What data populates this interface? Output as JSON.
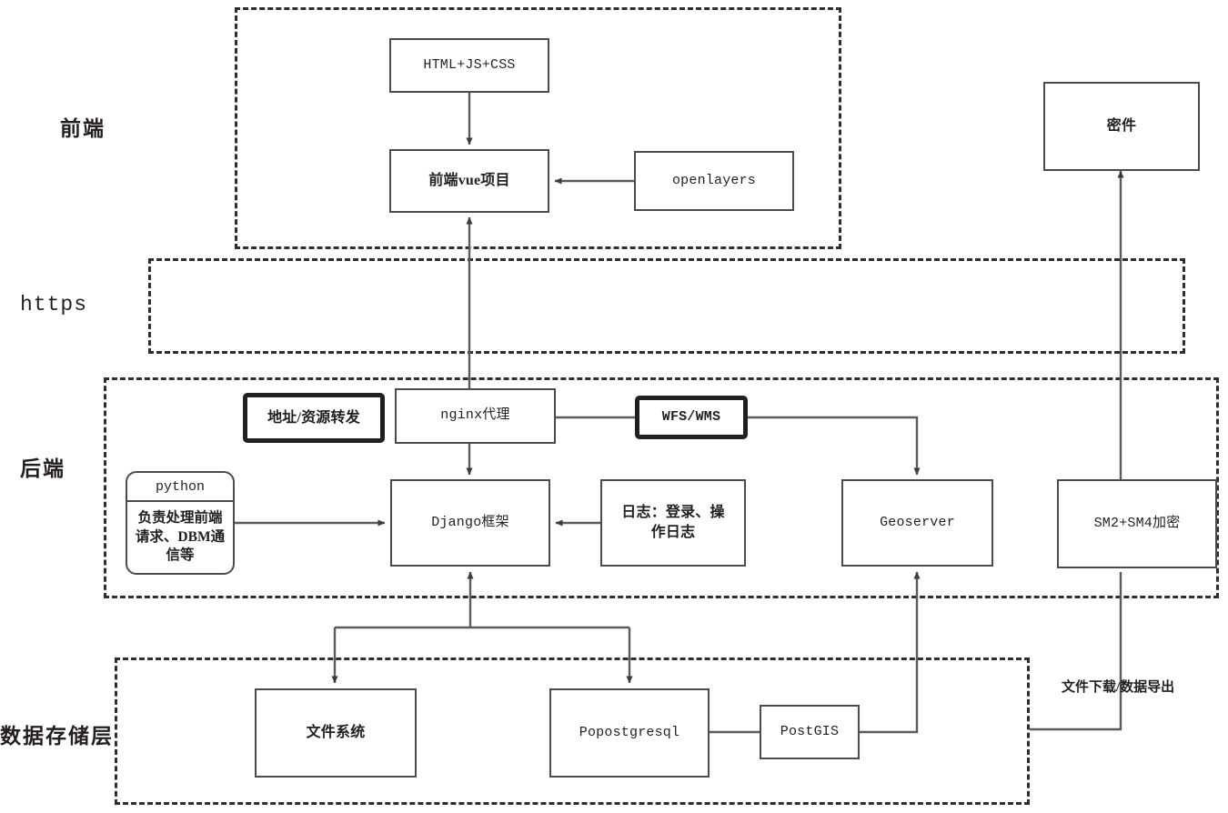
{
  "diagram": {
    "title": "System Architecture (frontend / https / backend / data storage)",
    "stroke_color": "#4a4a52",
    "heavy_stroke_color": "#231f20",
    "background": "#ffffff"
  },
  "layers": [
    {
      "id": "frontend",
      "label": "前端"
    },
    {
      "id": "https",
      "label": "https"
    },
    {
      "id": "backend",
      "label": "后端"
    },
    {
      "id": "storage",
      "label": "数据存储层"
    }
  ],
  "nodes": {
    "html_js_css": {
      "label": "HTML+JS+CSS"
    },
    "vue_project": {
      "label": "前端vue项目"
    },
    "openlayers": {
      "label": "openlayers"
    },
    "secret_file": {
      "label": "密件"
    },
    "addr_forward": {
      "label": "地址/资源转发"
    },
    "nginx_proxy": {
      "label": "nginx代理"
    },
    "wfs_wms": {
      "label": "WFS/WMS"
    },
    "python_card": {
      "header": "python",
      "body": "负责处理前端请求、DBM通信等"
    },
    "django": {
      "label": "Django框架"
    },
    "log": {
      "label": "日志：登录、操作日志"
    },
    "geoserver": {
      "label": "Geoserver"
    },
    "sm_encrypt": {
      "label": "SM2+SM4加密"
    },
    "file_system": {
      "label": "文件系统"
    },
    "popostgresql": {
      "label": "Popostgresql"
    },
    "postgis": {
      "label": "PostGIS"
    }
  },
  "edge_labels": {
    "file_download": "文件下载/数据导出"
  }
}
